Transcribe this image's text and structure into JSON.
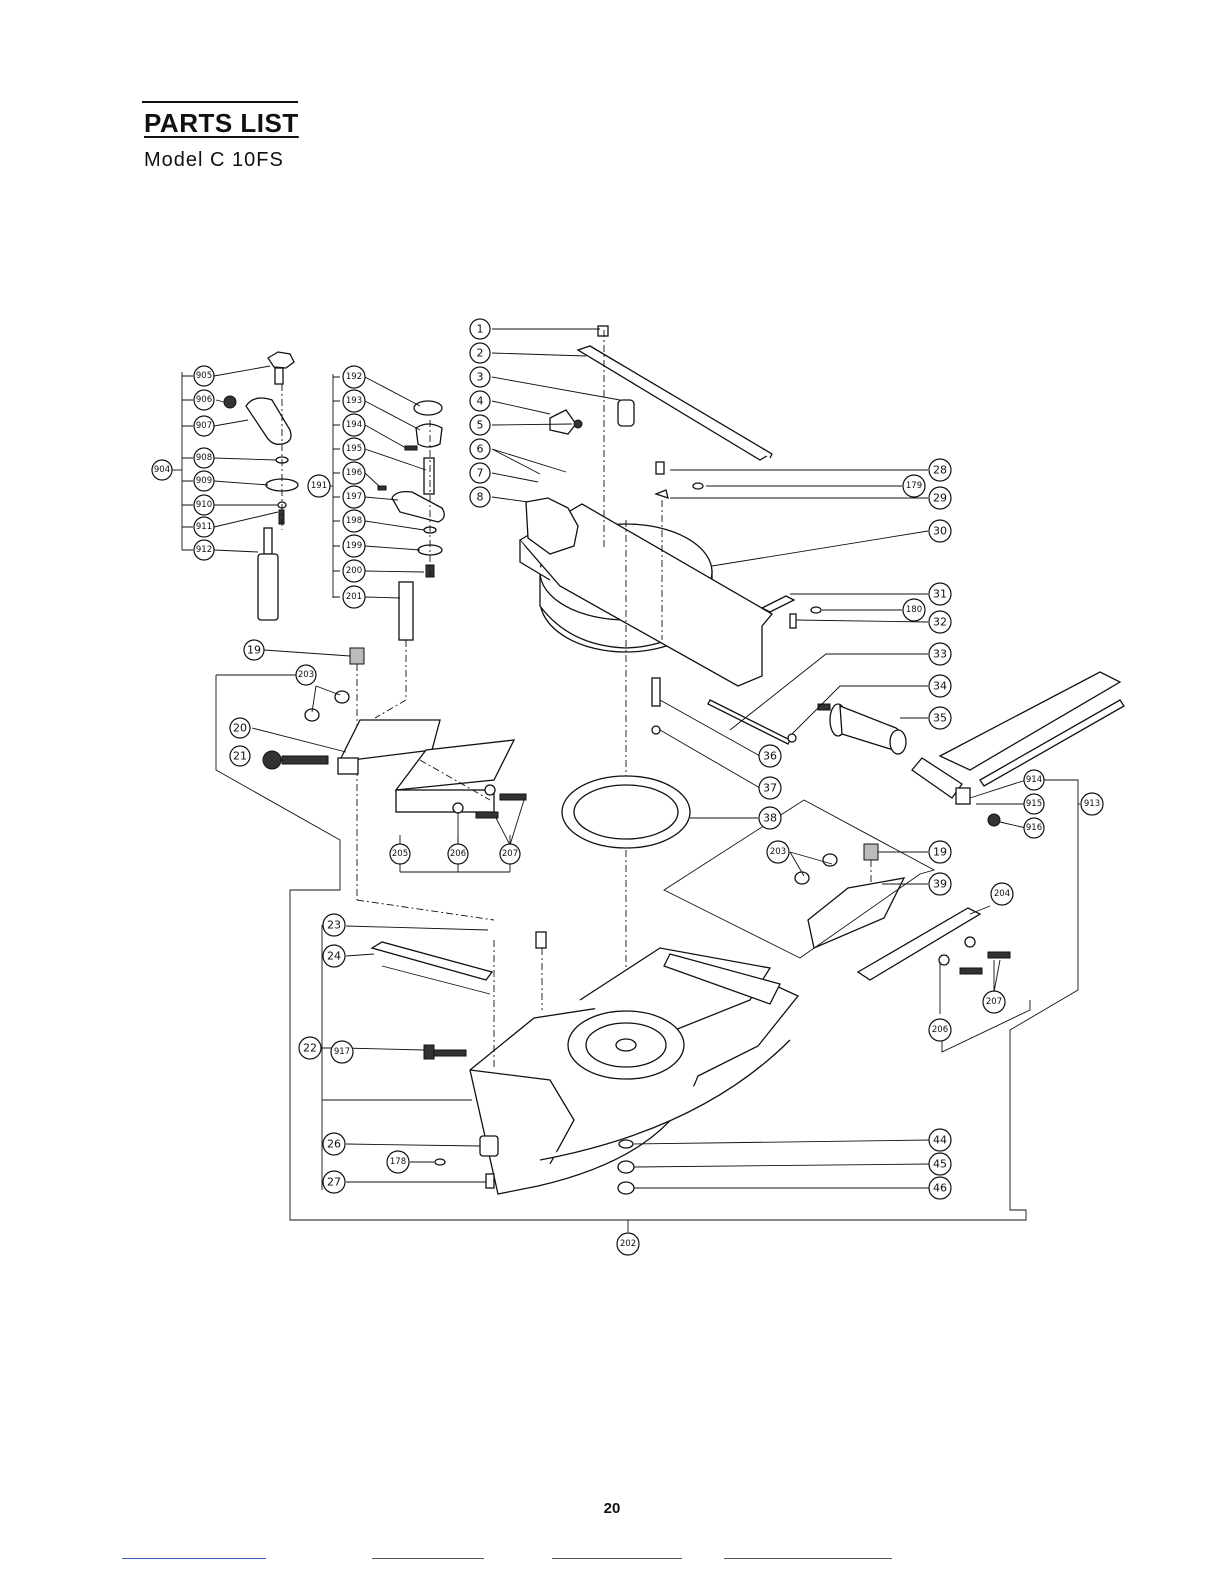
{
  "header": {
    "title": "PARTS LIST",
    "subtitle": "Model  C 10FS"
  },
  "callouts": {
    "c1": "1",
    "c2": "2",
    "c3": "3",
    "c4": "4",
    "c5": "5",
    "c6": "6",
    "c7": "7",
    "c8": "8",
    "c19a": "19",
    "c19b": "19",
    "c20": "20",
    "c21": "21",
    "c22": "22",
    "c23": "23",
    "c24": "24",
    "c26": "26",
    "c27": "27",
    "c28": "28",
    "c29": "29",
    "c30": "30",
    "c31": "31",
    "c32": "32",
    "c33": "33",
    "c34": "34",
    "c35": "35",
    "c36": "36",
    "c37": "37",
    "c38": "38",
    "c39": "39",
    "c44": "44",
    "c45": "45",
    "c46": "46",
    "c178": "178",
    "c179": "179",
    "c180": "180",
    "c191": "191",
    "c192": "192",
    "c193": "193",
    "c194": "194",
    "c195": "195",
    "c196": "196",
    "c197": "197",
    "c198": "198",
    "c199": "199",
    "c200": "200",
    "c201": "201",
    "c202": "202",
    "c203a": "203",
    "c203b": "203",
    "c204": "204",
    "c205": "205",
    "c206a": "206",
    "c206b": "206",
    "c207a": "207",
    "c207b": "207",
    "c904": "904",
    "c905": "905",
    "c906": "906",
    "c907": "907",
    "c908": "908",
    "c909": "909",
    "c910": "910",
    "c911": "911",
    "c912": "912",
    "c913": "913",
    "c914": "914",
    "c915": "915",
    "c916": "916",
    "c917": "917"
  },
  "footer": {
    "page_number": "20"
  }
}
